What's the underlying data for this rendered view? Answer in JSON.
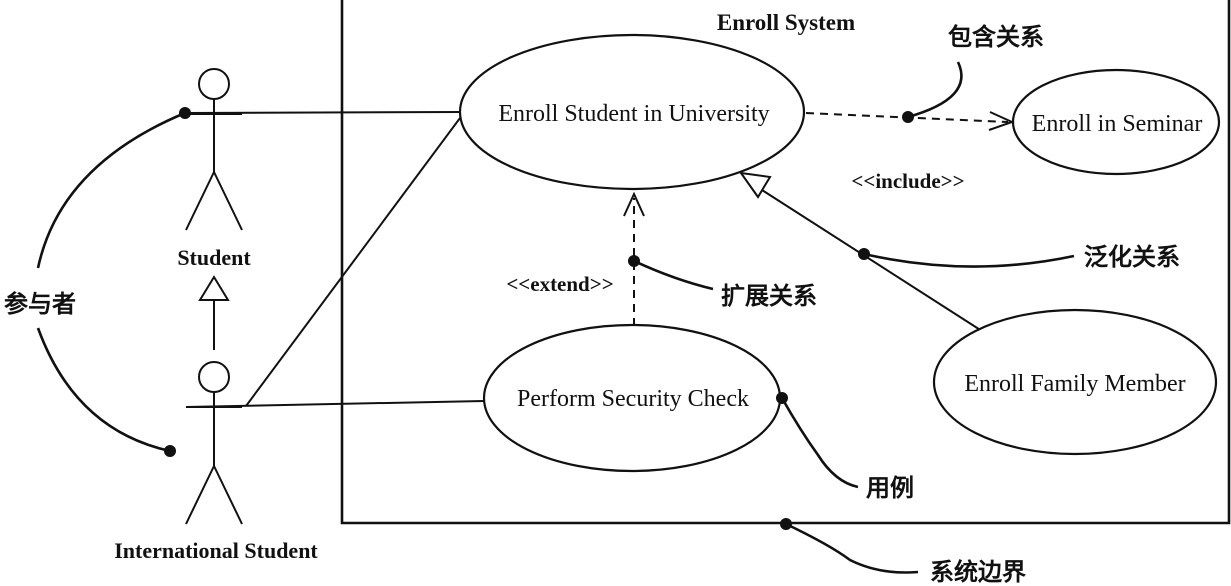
{
  "system": {
    "title": "Enroll System"
  },
  "actors": {
    "student": "Student",
    "international_student": "International Student"
  },
  "use_cases": {
    "enroll_university": "Enroll Student in University",
    "enroll_seminar": "Enroll in Seminar",
    "security_check": "Perform Security Check",
    "family_member": "Enroll Family Member"
  },
  "stereotypes": {
    "include": "<<include>>",
    "extend": "<<extend>>"
  },
  "annotations": {
    "include_relation": "包含关系",
    "generalization_relation": "泛化关系",
    "extend_relation": "扩展关系",
    "actor": "参与者",
    "use_case": "用例",
    "system_boundary": "系统边界"
  }
}
